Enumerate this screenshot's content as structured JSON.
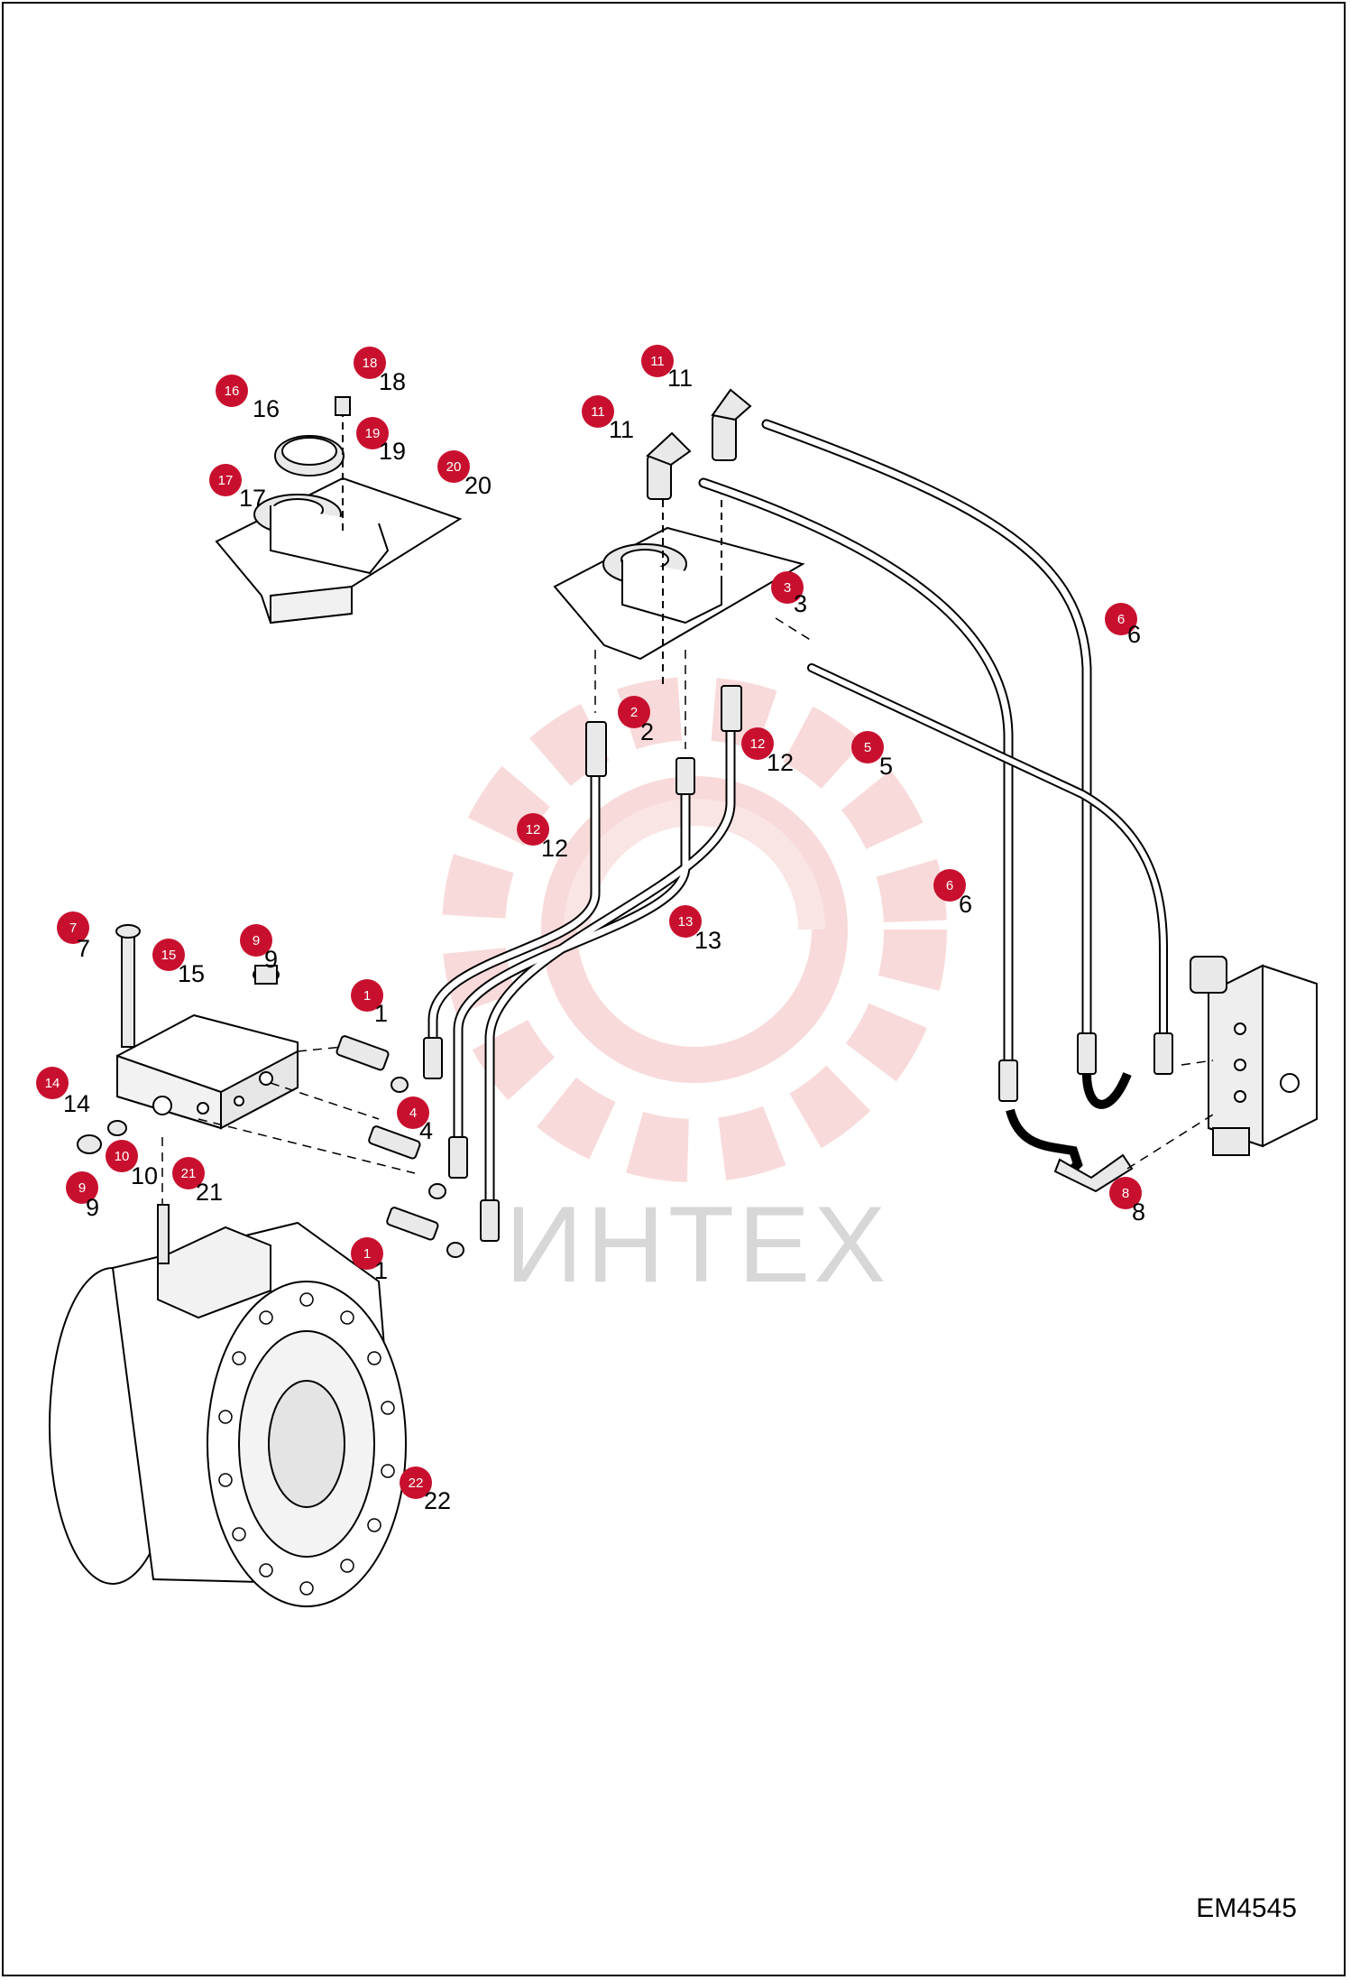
{
  "figure_code": "EM4545",
  "watermark": {
    "text": "ИНТЕХ",
    "color": "#f2b8b8"
  },
  "colors": {
    "badge": "#c8102e",
    "line": "#000000",
    "part_fill": "#e9e9e9"
  },
  "callouts": [
    {
      "id": "18",
      "badge": "18",
      "number": "18"
    },
    {
      "id": "16",
      "badge": "16",
      "number": "16"
    },
    {
      "id": "19",
      "badge": "19",
      "number": "19"
    },
    {
      "id": "17",
      "badge": "17",
      "number": "17"
    },
    {
      "id": "20",
      "badge": "20",
      "number": "20"
    },
    {
      "id": "11a",
      "badge": "11",
      "number": "11"
    },
    {
      "id": "11b",
      "badge": "11",
      "number": "11"
    },
    {
      "id": "3",
      "badge": "3",
      "number": "3"
    },
    {
      "id": "6a",
      "badge": "6",
      "number": "6"
    },
    {
      "id": "2",
      "badge": "2",
      "number": "2"
    },
    {
      "id": "12a",
      "badge": "12",
      "number": "12"
    },
    {
      "id": "5",
      "badge": "5",
      "number": "5"
    },
    {
      "id": "12b",
      "badge": "12",
      "number": "12"
    },
    {
      "id": "6b",
      "badge": "6",
      "number": "6"
    },
    {
      "id": "13",
      "badge": "13",
      "number": "13"
    },
    {
      "id": "7",
      "badge": "7",
      "number": "7"
    },
    {
      "id": "15",
      "badge": "15",
      "number": "15"
    },
    {
      "id": "9a",
      "badge": "9",
      "number": "9"
    },
    {
      "id": "1a",
      "badge": "1",
      "number": "1"
    },
    {
      "id": "4",
      "badge": "4",
      "number": "4"
    },
    {
      "id": "14",
      "badge": "14",
      "number": "14"
    },
    {
      "id": "10",
      "badge": "10",
      "number": "10"
    },
    {
      "id": "9b",
      "badge": "9",
      "number": "9"
    },
    {
      "id": "21",
      "badge": "21",
      "number": "21"
    },
    {
      "id": "1b",
      "badge": "1",
      "number": "1"
    },
    {
      "id": "8",
      "badge": "8",
      "number": "8"
    },
    {
      "id": "22",
      "badge": "22",
      "number": "22"
    }
  ]
}
